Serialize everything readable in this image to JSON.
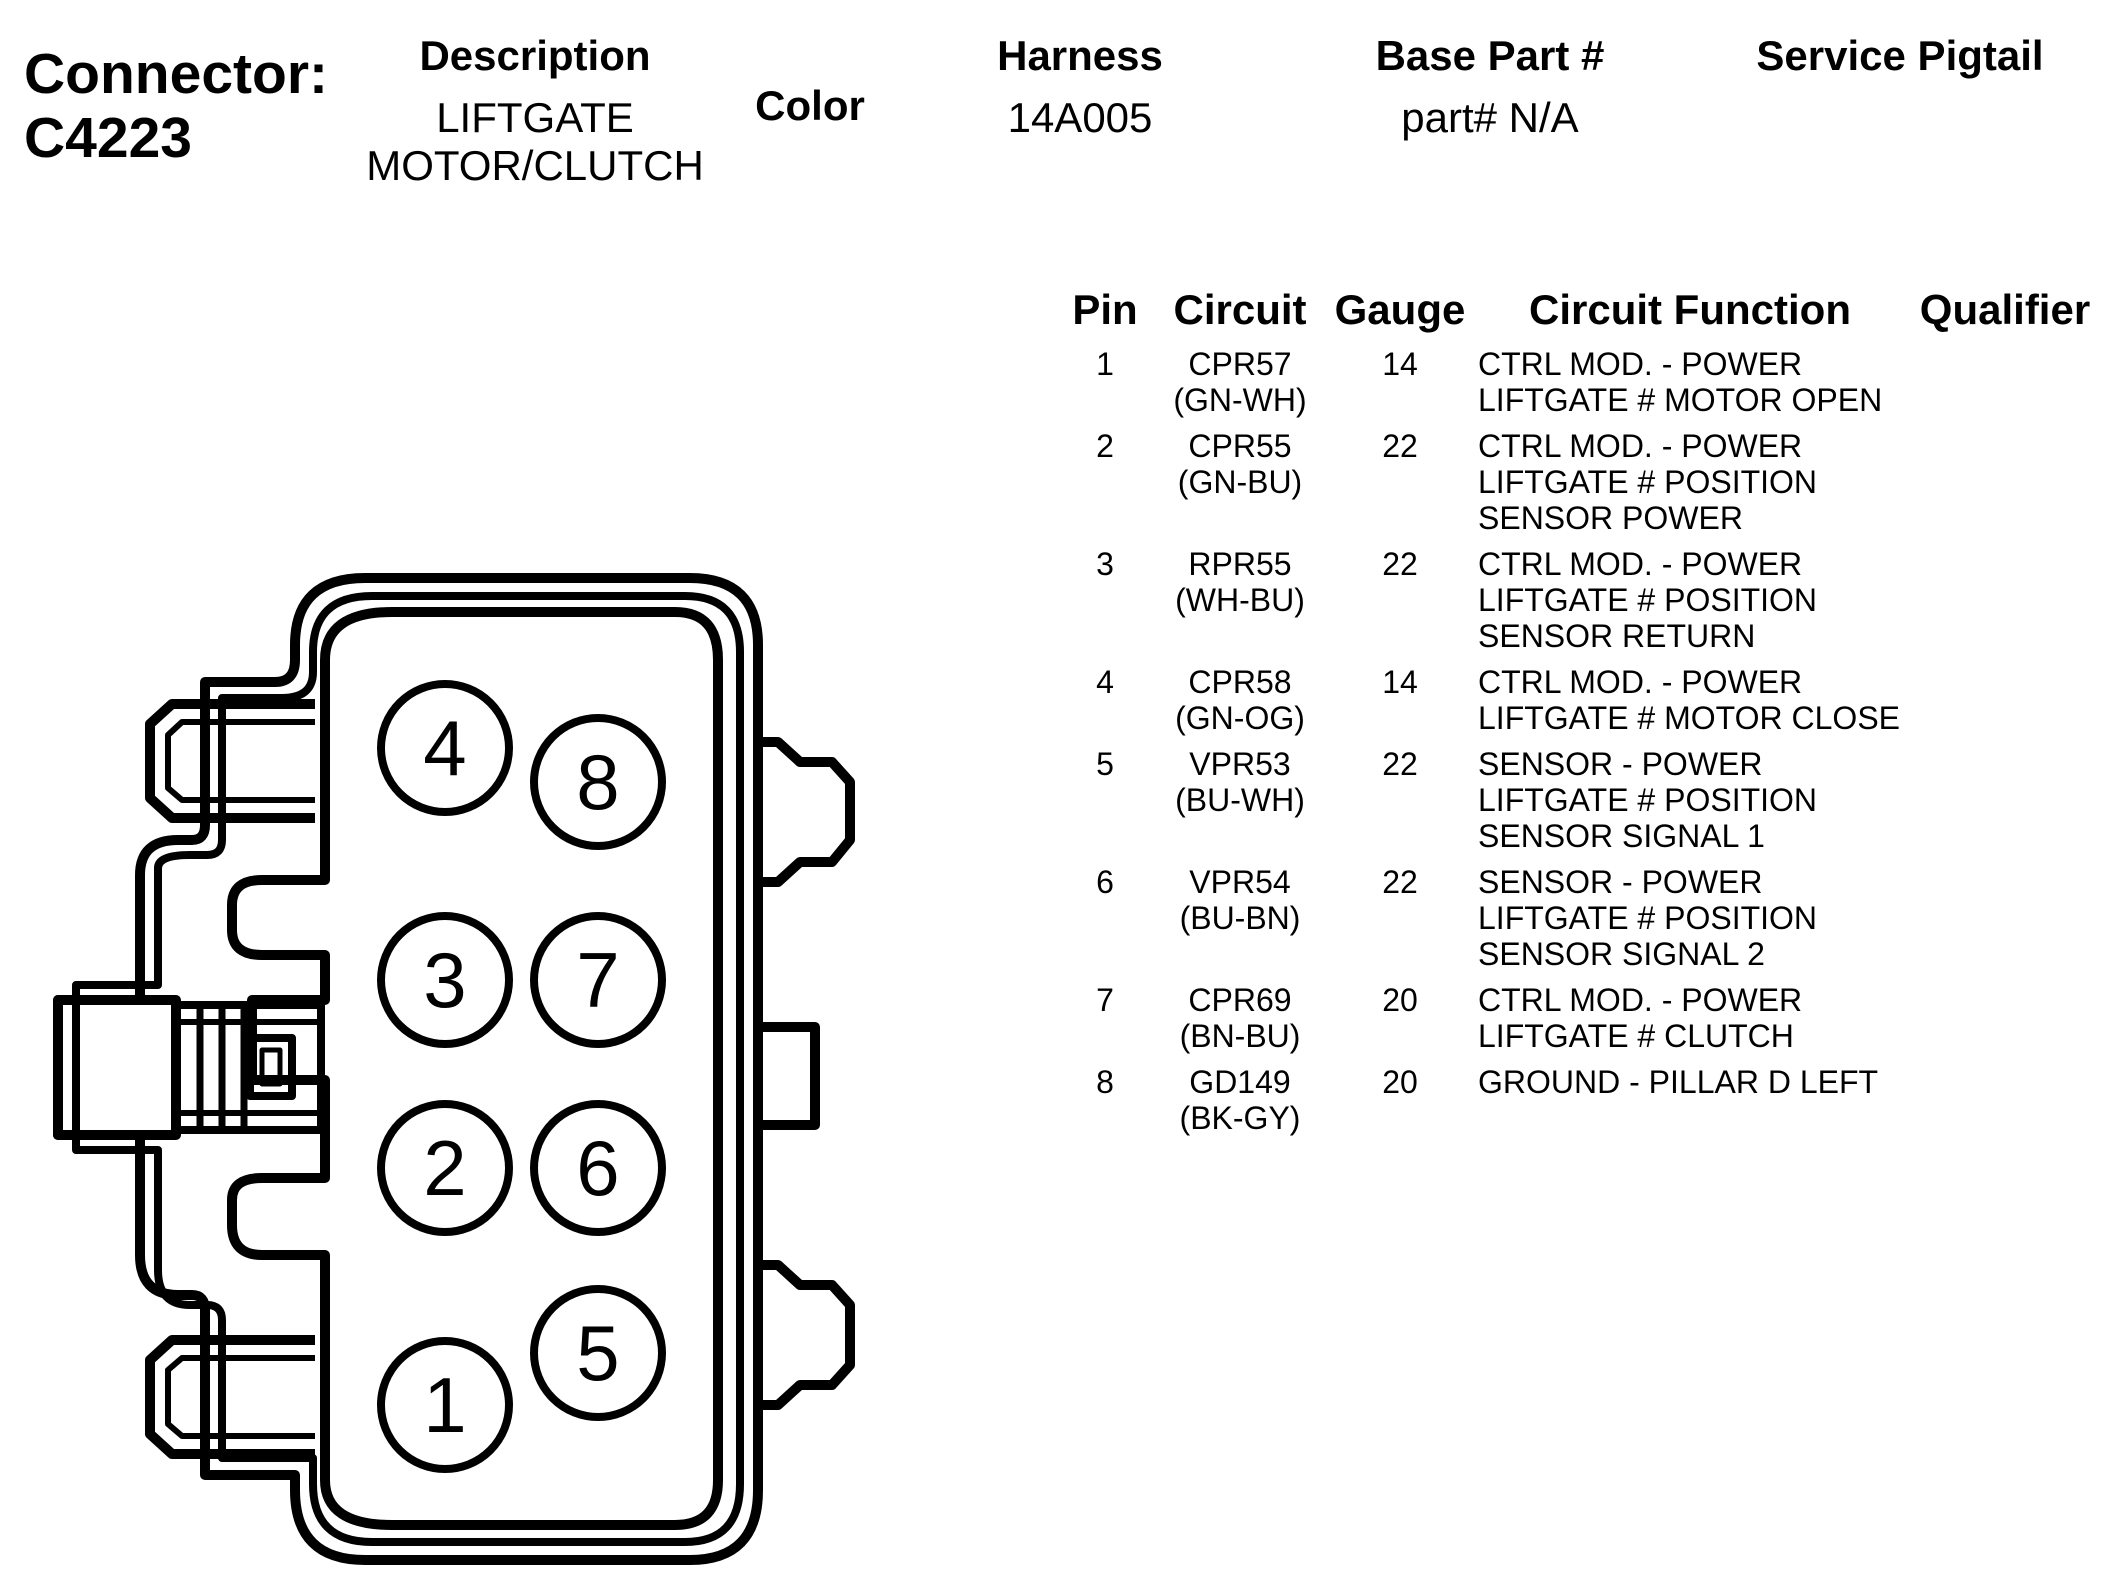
{
  "header": {
    "connector_title": [
      "Connector:",
      "C4223"
    ],
    "description_label": "Description",
    "description_value": [
      "LIFTGATE",
      "MOTOR/CLUTCH"
    ],
    "color_label": "Color",
    "harness_label": "Harness",
    "harness_value": "14A005",
    "base_part_label": "Base Part #",
    "base_part_value": "part# N/A",
    "service_pigtail_label": "Service Pigtail"
  },
  "table": {
    "columns": [
      "Pin",
      "Circuit",
      "Gauge",
      "Circuit Function",
      "Qualifier"
    ],
    "rows": [
      {
        "pin": "1",
        "circuit": "CPR57",
        "color": "(GN-WH)",
        "gauge": "14",
        "function": [
          "CTRL MOD. - POWER",
          "LIFTGATE # MOTOR OPEN"
        ]
      },
      {
        "pin": "2",
        "circuit": "CPR55",
        "color": "(GN-BU)",
        "gauge": "22",
        "function": [
          "CTRL MOD. - POWER",
          "LIFTGATE # POSITION",
          "SENSOR POWER"
        ]
      },
      {
        "pin": "3",
        "circuit": "RPR55",
        "color": "(WH-BU)",
        "gauge": "22",
        "function": [
          "CTRL MOD. - POWER",
          "LIFTGATE # POSITION",
          "SENSOR RETURN"
        ]
      },
      {
        "pin": "4",
        "circuit": "CPR58",
        "color": "(GN-OG)",
        "gauge": "14",
        "function": [
          "CTRL MOD. - POWER",
          "LIFTGATE # MOTOR CLOSE"
        ]
      },
      {
        "pin": "5",
        "circuit": "VPR53",
        "color": "(BU-WH)",
        "gauge": "22",
        "function": [
          "SENSOR - POWER",
          "LIFTGATE # POSITION",
          "SENSOR SIGNAL 1"
        ]
      },
      {
        "pin": "6",
        "circuit": "VPR54",
        "color": "(BU-BN)",
        "gauge": "22",
        "function": [
          "SENSOR - POWER",
          "LIFTGATE # POSITION",
          "SENSOR SIGNAL 2"
        ]
      },
      {
        "pin": "7",
        "circuit": "CPR69",
        "color": "(BN-BU)",
        "gauge": "20",
        "function": [
          "CTRL MOD. - POWER",
          "LIFTGATE # CLUTCH"
        ]
      },
      {
        "pin": "8",
        "circuit": "GD149",
        "color": "(BK-GY)",
        "gauge": "20",
        "function": [
          "GROUND - PILLAR D LEFT"
        ]
      }
    ]
  },
  "connector_face": {
    "pins": [
      "4",
      "8",
      "3",
      "7",
      "2",
      "6",
      "1",
      "5"
    ],
    "stroke_color": "#000000"
  }
}
